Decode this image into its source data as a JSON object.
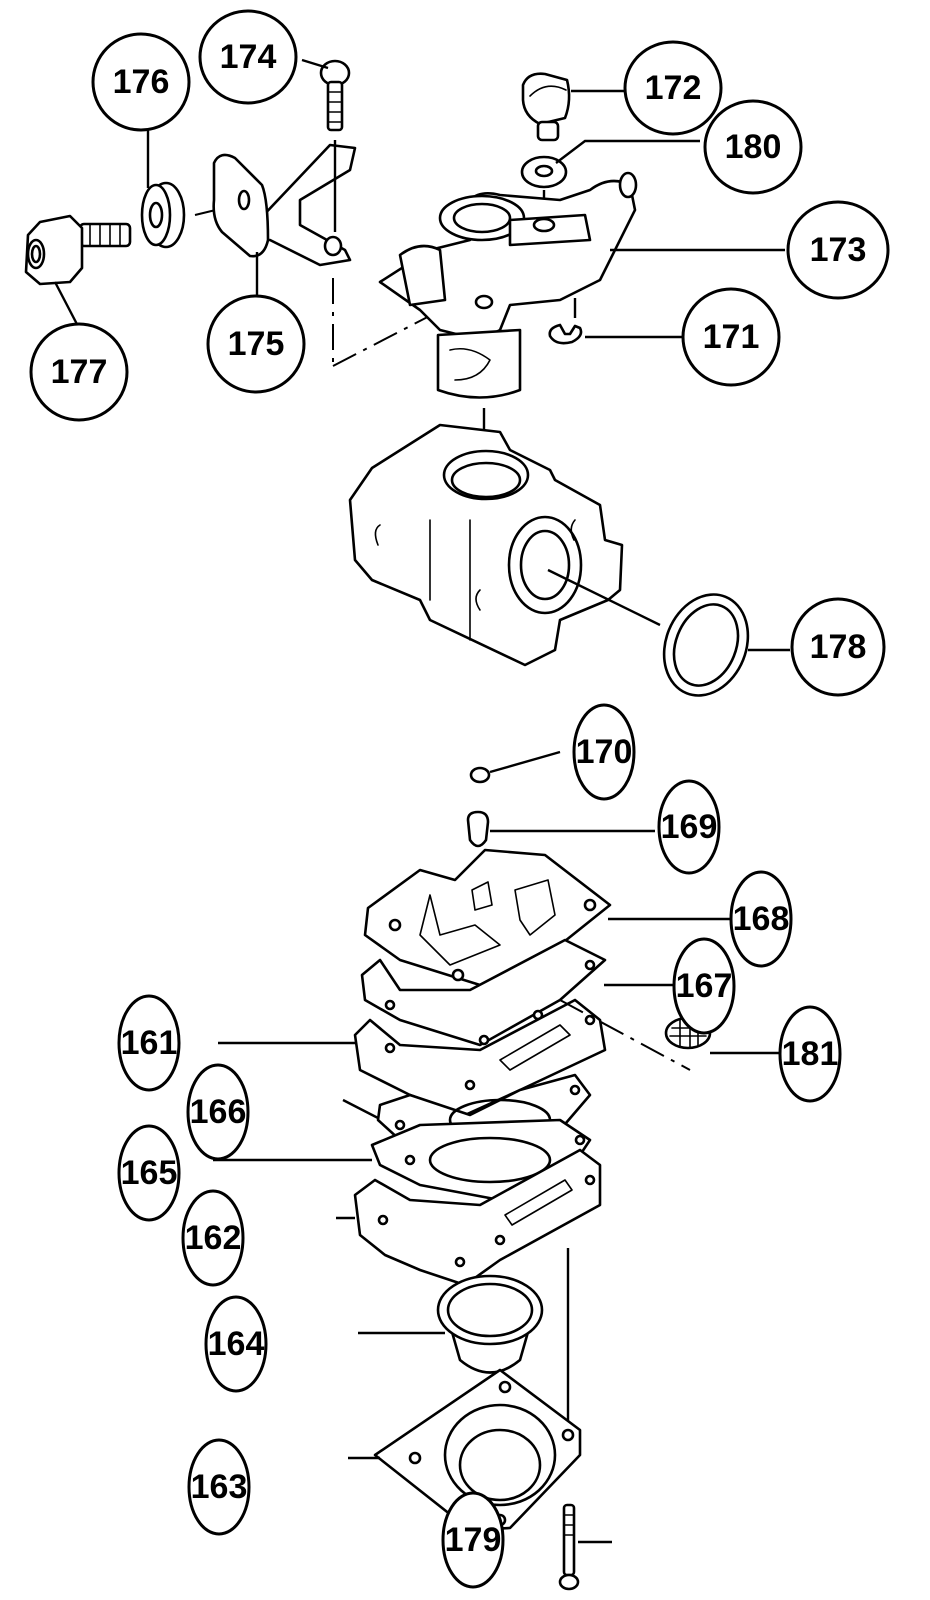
{
  "diagram": {
    "type": "exploded-parts-diagram",
    "subject": "carburetor assembly",
    "callouts": [
      {
        "id": "c172",
        "label": "172"
      },
      {
        "id": "c180",
        "label": "180"
      },
      {
        "id": "c174",
        "label": "174"
      },
      {
        "id": "c176",
        "label": "176"
      },
      {
        "id": "c173",
        "label": "173"
      },
      {
        "id": "c171",
        "label": "171"
      },
      {
        "id": "c175",
        "label": "175"
      },
      {
        "id": "c177",
        "label": "177"
      },
      {
        "id": "c178",
        "label": "178"
      },
      {
        "id": "c170",
        "label": "170"
      },
      {
        "id": "c169",
        "label": "169"
      },
      {
        "id": "c168",
        "label": "168"
      },
      {
        "id": "c167",
        "label": "167"
      },
      {
        "id": "c161",
        "label": "161"
      },
      {
        "id": "c181",
        "label": "181"
      },
      {
        "id": "c166",
        "label": "166"
      },
      {
        "id": "c165",
        "label": "165"
      },
      {
        "id": "c162",
        "label": "162"
      },
      {
        "id": "c164",
        "label": "164"
      },
      {
        "id": "c163",
        "label": "163"
      },
      {
        "id": "c179",
        "label": "179"
      }
    ]
  }
}
